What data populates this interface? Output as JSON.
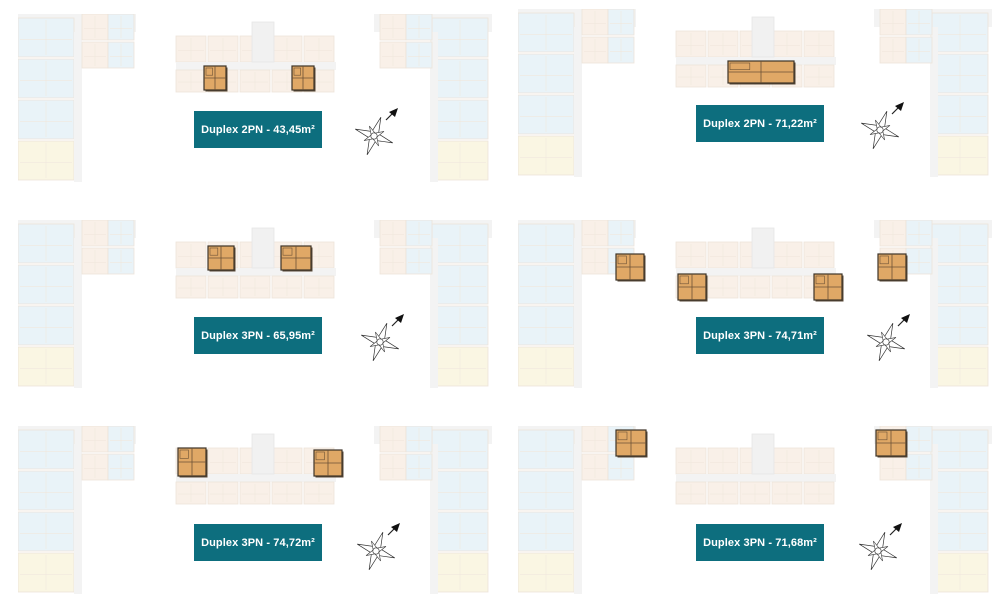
{
  "panels": [
    {
      "label": "Duplex 2PN - 43,45m²"
    },
    {
      "label": "Duplex 2PN - 71,22m²"
    },
    {
      "label": "Duplex 3PN - 65,95m²"
    },
    {
      "label": "Duplex 3PN - 74,71m²"
    },
    {
      "label": "Duplex 3PN - 74,72m²"
    },
    {
      "label": "Duplex 3PN - 71,68m²"
    }
  ],
  "colors": {
    "label_bg": "#0d6e7e",
    "highlight_unit": "#e0a866",
    "faded_unit_peach": "#f8eee4",
    "faded_unit_blue": "#e6f1f7",
    "faded_unit_yellow": "#faf5df",
    "corridor": "#f2f2f2"
  },
  "icons": [
    "compass-rose-icon"
  ]
}
